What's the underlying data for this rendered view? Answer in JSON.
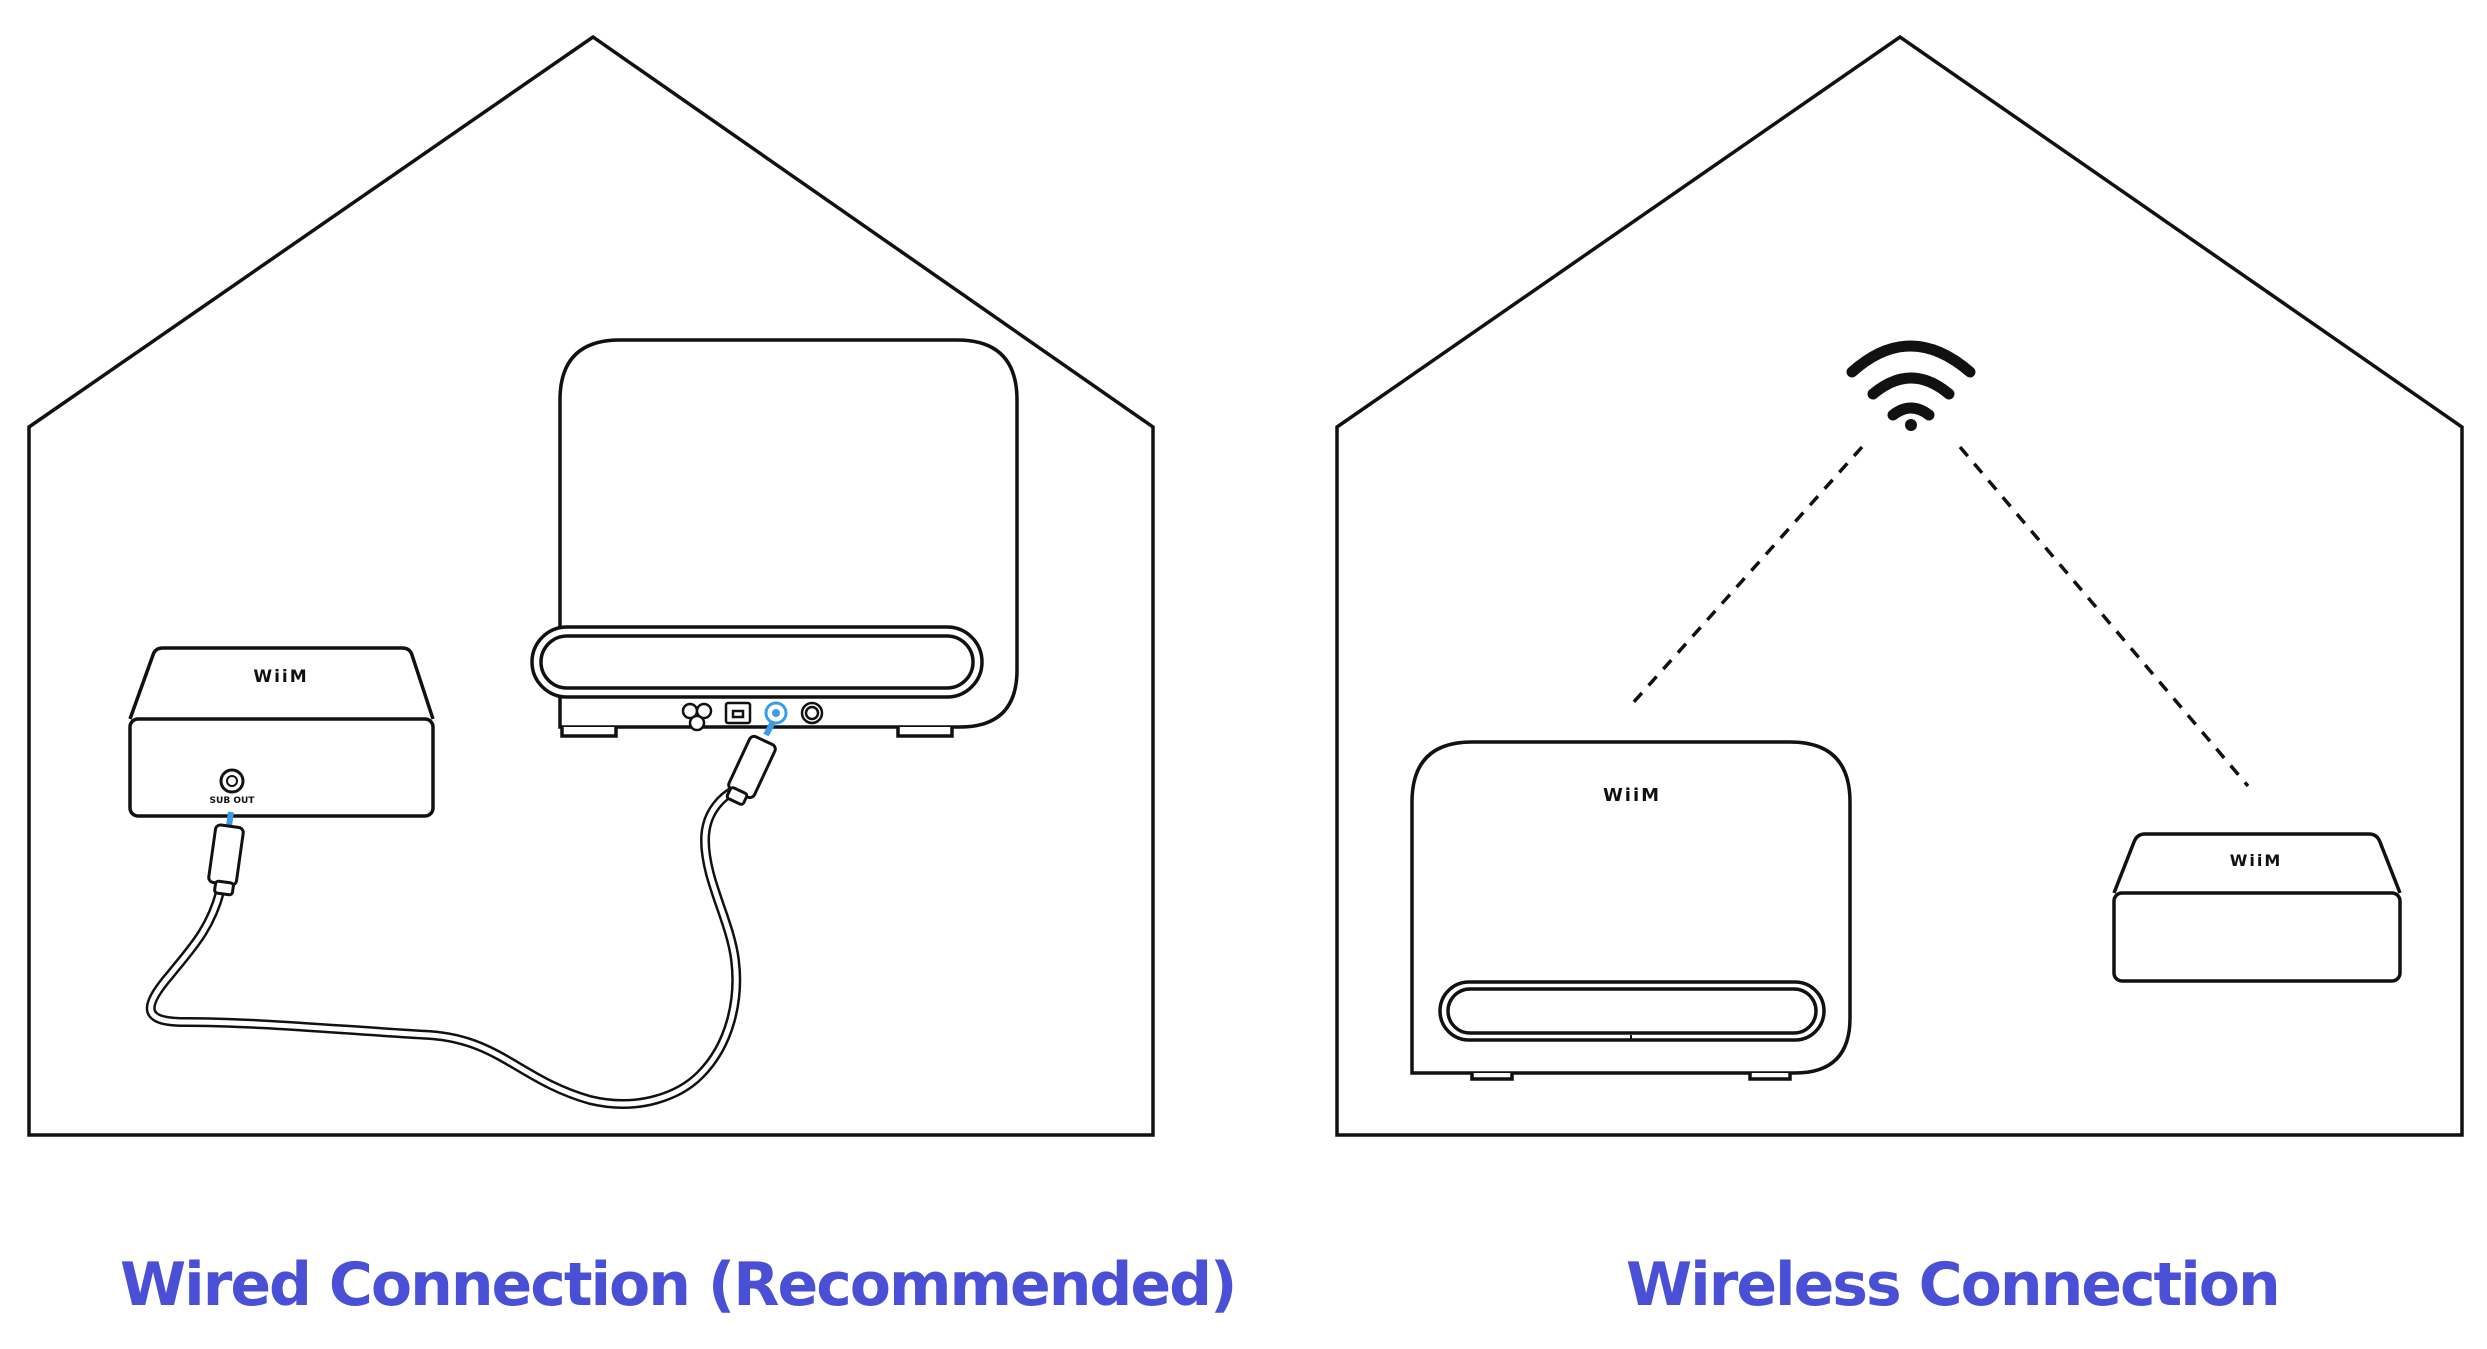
{
  "colors": {
    "caption": "#4a50d6",
    "line": "#111111",
    "cable_accent": "#3b9be8"
  },
  "wired": {
    "caption": "Wired Connection (Recommended)",
    "hub_logo": "WiiM",
    "port_label": "SUB OUT",
    "cable": "cable"
  },
  "wireless": {
    "caption": "Wireless Connection",
    "speaker_logo": "WiiM",
    "hub_logo": "WiiM",
    "signal_icon": "wifi-icon"
  }
}
